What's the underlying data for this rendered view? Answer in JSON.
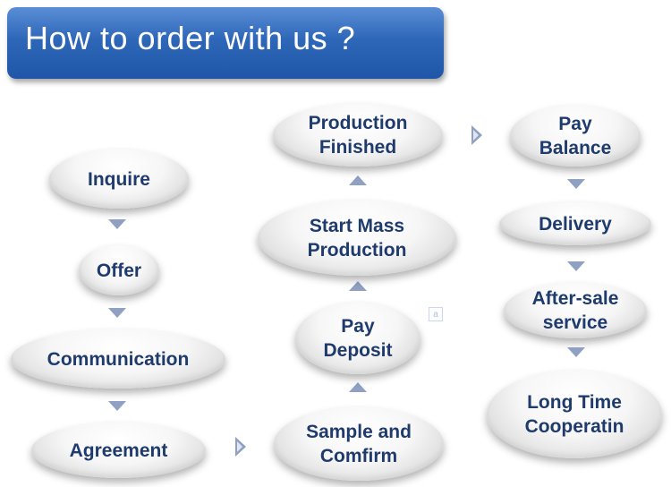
{
  "header": {
    "title": "How to order with us ?"
  },
  "steps": {
    "inquire": "Inquire",
    "offer": "Offer",
    "communication": "Communication",
    "agreement": "Agreement",
    "sample": "Sample and\nComfirm",
    "deposit": "Pay\nDeposit",
    "mass_production": "Start Mass\nProduction",
    "production_finished": "Production\nFinished",
    "pay_balance": "Pay\nBalance",
    "delivery": "Delivery",
    "after_sale": "After-sale\nservice",
    "long_time": "Long Time\nCooperatin"
  },
  "colors": {
    "banner": "#2e67b8",
    "node_text": "#1f3b6e",
    "arrow": "#8fa0c2"
  }
}
